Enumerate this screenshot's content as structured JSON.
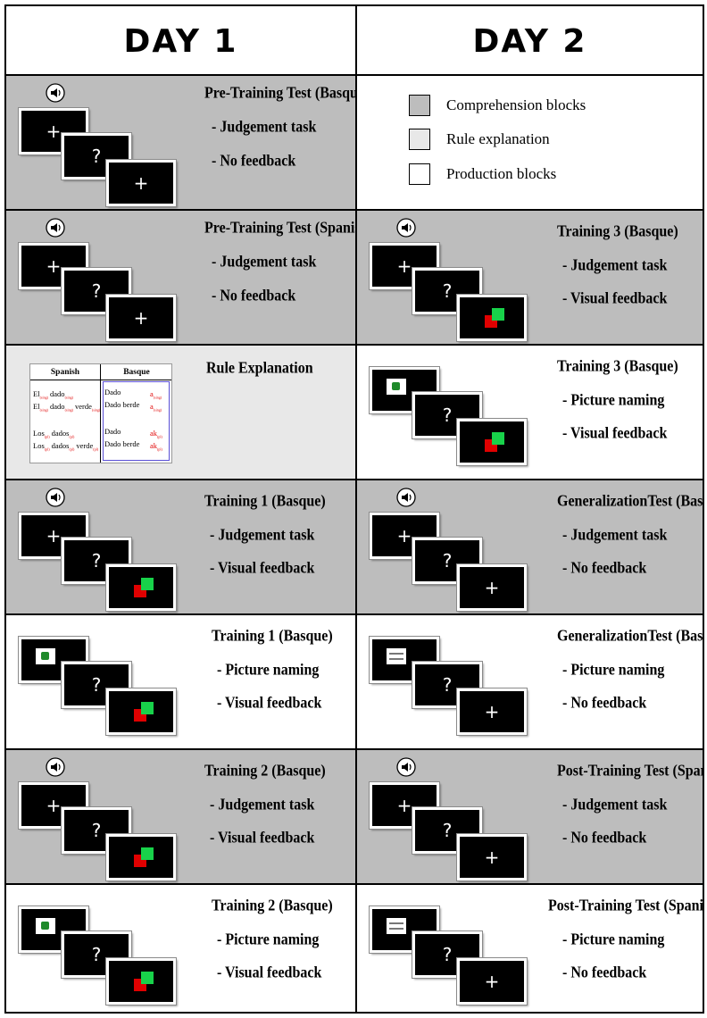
{
  "headers": {
    "day1": "DAY 1",
    "day2": "DAY 2"
  },
  "legend": [
    {
      "label": "Comprehension blocks",
      "color": "#bdbdbd"
    },
    {
      "label": "Rule explanation",
      "color": "#e8e8e8"
    },
    {
      "label": "Production blocks",
      "color": "#ffffff"
    }
  ],
  "rule_table": {
    "title": "Rule Explanation",
    "col_spanish": "Spanish",
    "col_basque": "Basque",
    "rows": [
      {
        "spanish": "El(sing) dado(sing)",
        "basque": "Dado",
        "suffix": "a(sing)"
      },
      {
        "spanish": "El(sing) dado(sing) verde(sing)",
        "basque": "Dado berde",
        "suffix": "a(sing)"
      },
      {
        "spanish": "Los(pl) dados(pl)",
        "basque": "Dado",
        "suffix": "ak(pl)"
      },
      {
        "spanish": "Los(pl) dados(pl) verde(pl)",
        "basque": "Dado berde",
        "suffix": "ak(pl)"
      }
    ]
  },
  "day1": {
    "panels": [
      {
        "title": "Pre-Training Test (Basque)",
        "line1": "- Judgement task",
        "line2": "- No feedback"
      },
      {
        "title": "Pre-Training Test (Spanish)",
        "line1": "- Judgement task",
        "line2": "- No feedback"
      },
      {
        "title": "Rule Explanation"
      },
      {
        "title": "Training 1 (Basque)",
        "line1": "- Judgement task",
        "line2": "- Visual feedback"
      },
      {
        "title": "Training 1 (Basque)",
        "line1": "- Picture naming",
        "line2": "- Visual feedback"
      },
      {
        "title": "Training 2 (Basque)",
        "line1": "- Judgement task",
        "line2": "- Visual feedback"
      },
      {
        "title": "Training 2 (Basque)",
        "line1": "- Picture naming",
        "line2": "- Visual feedback"
      }
    ]
  },
  "day2": {
    "panels": [
      {
        "title": "Legend"
      },
      {
        "title": "Training 3 (Basque)",
        "line1": "- Judgement task",
        "line2": "- Visual feedback"
      },
      {
        "title": "Training 3 (Basque)",
        "line1": "- Picture naming",
        "line2": "- Visual feedback"
      },
      {
        "title": "GeneralizationTest (Basque)",
        "line1": "- Judgement task",
        "line2": "- No feedback"
      },
      {
        "title": "GeneralizationTest (Basque)",
        "line1": "- Picture naming",
        "line2": "- No feedback"
      },
      {
        "title": "Post-Training Test (Spanish)",
        "line1": "- Judgement task",
        "line2": "- No feedback"
      },
      {
        "title": "Post-Training Test (Spanish)",
        "line1": "- Picture naming",
        "line2": "- No feedback"
      }
    ]
  },
  "glyphs": {
    "fixation": "+",
    "question": "?"
  },
  "colors": {
    "comprehension": "#bdbdbd",
    "rule": "#e8e8e8",
    "production": "#ffffff",
    "red": "#e00000",
    "green": "#18d24a"
  }
}
